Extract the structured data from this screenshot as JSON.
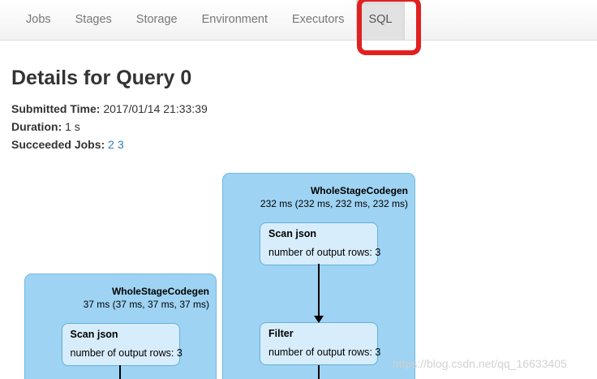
{
  "navbar": {
    "tabs": [
      "Jobs",
      "Stages",
      "Storage",
      "Environment",
      "Executors",
      "SQL"
    ],
    "active_tab": "SQL"
  },
  "annotation": {
    "shape": "red-rectangle-highlight-around-sql-tab",
    "color": "#e12020"
  },
  "header": {
    "title": "Details for Query 0"
  },
  "summary": {
    "submitted_label": "Submitted Time:",
    "submitted_value": "2017/01/14 21:33:39",
    "duration_label": "Duration:",
    "duration_value": "1 s",
    "jobs_label": "Succeeded Jobs:",
    "job_links": [
      "2",
      "3"
    ]
  },
  "graph": {
    "clusters": [
      {
        "name": "WholeStageCodegen",
        "timing": "37 ms (37 ms, 37 ms, 37 ms)",
        "nodes": [
          {
            "title": "Scan json",
            "metric": "number of output rows: 3"
          }
        ]
      },
      {
        "name": "WholeStageCodegen",
        "timing": "232 ms (232 ms, 232 ms, 232 ms)",
        "nodes": [
          {
            "title": "Scan json",
            "metric": "number of output rows: 3"
          },
          {
            "title": "Filter",
            "metric": "number of output rows: 3"
          }
        ]
      }
    ]
  },
  "watermark": "https://blog.csdn.net/qq_16633405",
  "colors": {
    "navbar_bg": "#f8f8f8",
    "navbar_border": "#dedede",
    "tab_text": "#777777",
    "active_tab_bg": "#e2e2e2",
    "annotation_red": "#e12020",
    "link_blue": "#337ab7",
    "cluster_fill": "#9ed3f3",
    "cluster_border": "#72b9e0",
    "node_fill": "#d8edfb",
    "node_border": "#64afdc"
  }
}
